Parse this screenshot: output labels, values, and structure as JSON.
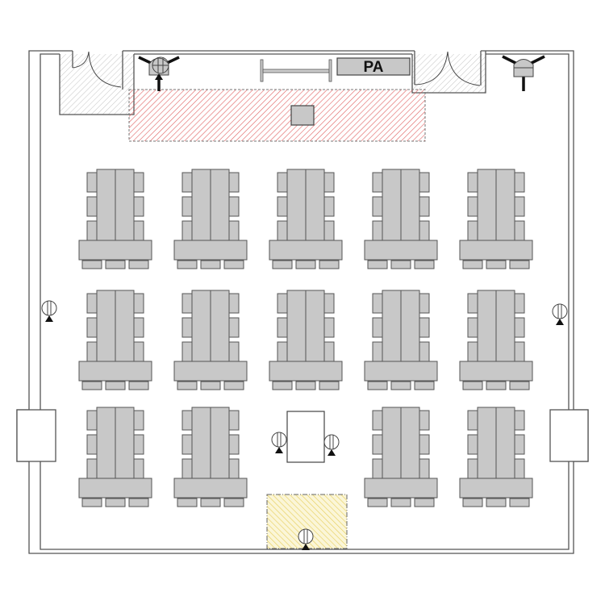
{
  "stage": {
    "pa_label": "PA"
  },
  "colors": {
    "wall": "#555555",
    "furniture": "#c8c8c8",
    "furniture_stroke": "#555555",
    "stage_zone": "#e06060",
    "yellow_zone": "#e8d060",
    "door_hatch": "#bbbbbb"
  },
  "layout": {
    "table_grid": {
      "rows": 3,
      "columns": 5,
      "missing": [
        [
          2,
          2
        ]
      ]
    },
    "chairs_per_side": 3,
    "chairs_at_head": 3
  }
}
